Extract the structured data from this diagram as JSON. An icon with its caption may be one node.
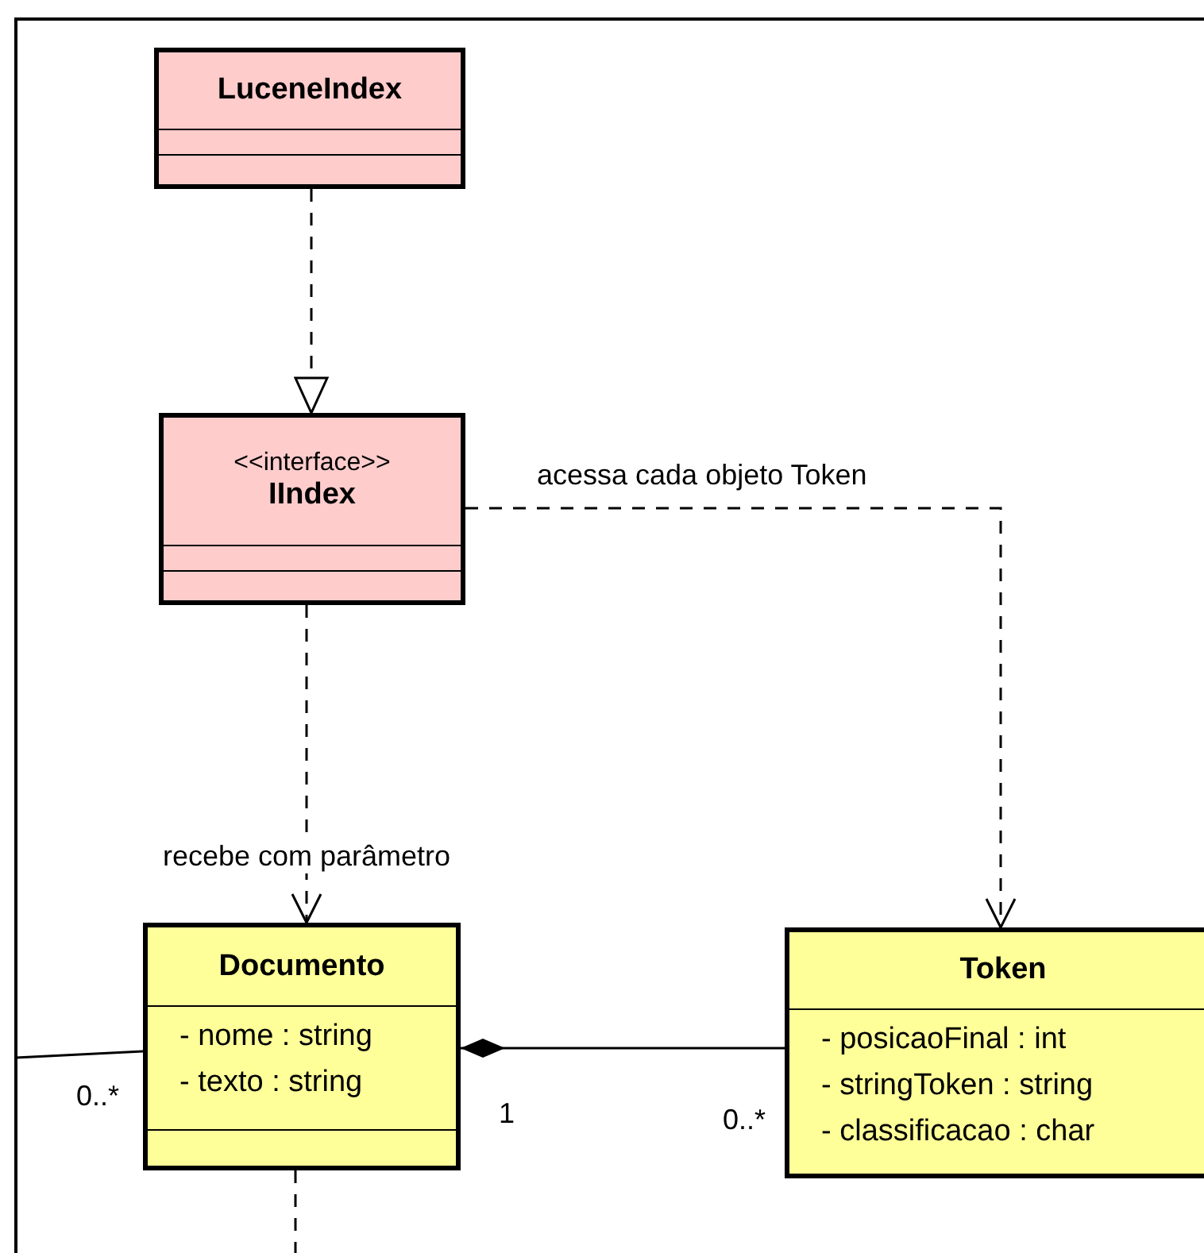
{
  "diagram": {
    "nodes": [
      {
        "text": [
          "LuceneIndex"
        ]
      },
      {
        "text": [
          "<<interface>>",
          "IIndex"
        ]
      },
      {
        "text": [
          "Documento",
          "- nome : string",
          "- texto : string"
        ],
        "beside": [
          "0..*",
          "1"
        ]
      },
      {
        "text": [
          "Token",
          "- posicaoFinal : int",
          "- stringToken : string",
          "- classificacao : char"
        ],
        "beside": [
          "0..*"
        ]
      }
    ],
    "edges": [
      {
        "from": 0,
        "to": 1,
        "arrow": "to",
        "style": "dashed"
      },
      {
        "from": 1,
        "to": 2,
        "arrow": "to",
        "style": "dashed",
        "label": "recebe com parâmetro"
      },
      {
        "from": 1,
        "to": 3,
        "arrow": "to",
        "style": "dashed",
        "label": "acessa cada objeto Token"
      },
      {
        "from": 2,
        "to": 3,
        "arrow": "other"
      },
      {
        "from": null,
        "to": 2,
        "arrow": "none"
      },
      {
        "from": 2,
        "to": null,
        "arrow": "none",
        "style": "dashed"
      }
    ]
  }
}
